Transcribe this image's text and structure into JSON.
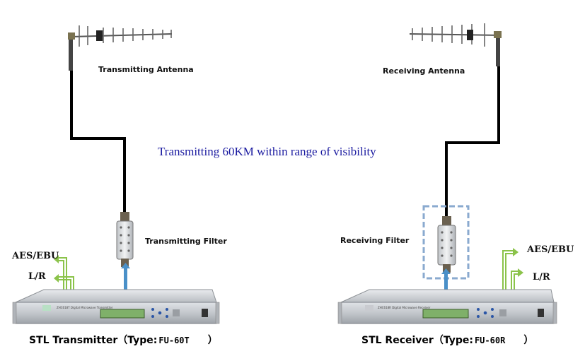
{
  "colors": {
    "cable": "#000000",
    "audio_line": "#8bc34a",
    "rf_feed": "#4a90c8",
    "highlight_box": "#8aaacf",
    "center_text": "#1a1aa0",
    "device_body": "#c7cacf",
    "device_display": "#7fb069"
  },
  "labels": {
    "tx_antenna": "Transmitting Antenna",
    "rx_antenna": "Receiving Antenna",
    "center_text": "Transmitting 60KM within range of visibility",
    "tx_filter": "Transmitting Filter",
    "rx_filter": "Receiving Filter",
    "tx_aes": "AES/EBU",
    "tx_lr": "L/R",
    "rx_aes": "AES/EBU",
    "rx_lr": "L/R"
  },
  "devices": {
    "tx": {
      "name": "STL Transmitter（Type:",
      "model": "FU-60T",
      "close": "）"
    },
    "rx": {
      "name": "STL Receiver（Type:",
      "model": "FU-60R",
      "close": "）"
    }
  },
  "icons": {
    "antenna": "yagi-antenna-icon",
    "filter": "cavity-filter-icon",
    "rack": "rack-unit-icon"
  }
}
